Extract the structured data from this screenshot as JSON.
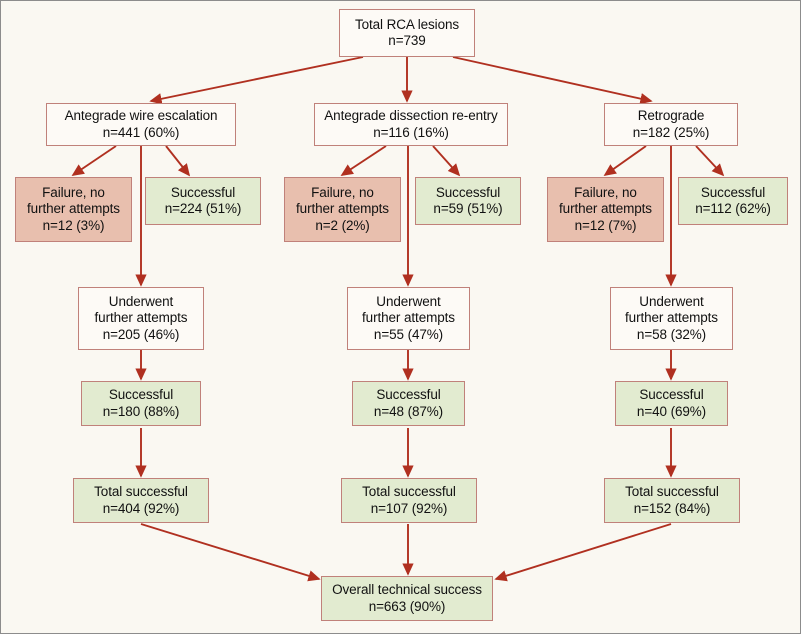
{
  "figure": {
    "type": "flowchart",
    "title_node": "Total RCA lesions",
    "background_color": "#faf8f2",
    "box_border_color": "#c0817a",
    "arrow_color": "#b03020",
    "fill_green": "#e2ebd0",
    "fill_salmon": "#e8bfae",
    "fill_white": "#fdfaf6"
  },
  "nodes": {
    "root": {
      "line1": "Total RCA lesions",
      "line2": "n=739"
    },
    "strategy_awe": {
      "line1": "Antegrade wire escalation",
      "line2": "n=441 (60%)"
    },
    "strategy_adr": {
      "line1": "Antegrade dissection re-entry",
      "line2": "n=116 (16%)"
    },
    "strategy_retro": {
      "line1": "Retrograde",
      "line2": "n=182 (25%)"
    },
    "awe_failure": {
      "line1": "Failure, no",
      "line2": "further attempts",
      "line3": "n=12 (3%)"
    },
    "awe_success": {
      "line1": "Successful",
      "line2": "n=224 (51%)"
    },
    "adr_failure": {
      "line1": "Failure, no",
      "line2": "further attempts",
      "line3": "n=2 (2%)"
    },
    "adr_success": {
      "line1": "Successful",
      "line2": "n=59 (51%)"
    },
    "retro_failure": {
      "line1": "Failure, no",
      "line2": "further attempts",
      "line3": "n=12 (7%)"
    },
    "retro_success": {
      "line1": "Successful",
      "line2": "n=112 (62%)"
    },
    "awe_further": {
      "line1": "Underwent",
      "line2": "further attempts",
      "line3": "n=205 (46%)"
    },
    "adr_further": {
      "line1": "Underwent",
      "line2": "further attempts",
      "line3": "n=55 (47%)"
    },
    "retro_further": {
      "line1": "Underwent",
      "line2": "further attempts",
      "line3": "n=58 (32%)"
    },
    "awe_further_success": {
      "line1": "Successful",
      "line2": "n=180 (88%)"
    },
    "adr_further_success": {
      "line1": "Successful",
      "line2": "n=48 (87%)"
    },
    "retro_further_success": {
      "line1": "Successful",
      "line2": "n=40 (69%)"
    },
    "awe_total": {
      "line1": "Total successful",
      "line2": "n=404 (92%)"
    },
    "adr_total": {
      "line1": "Total successful",
      "line2": "n=107 (92%)"
    },
    "retro_total": {
      "line1": "Total successful",
      "line2": "n=152 (84%)"
    },
    "overall": {
      "line1": "Overall technical success",
      "line2": "n=663 (90%)"
    }
  },
  "chart_data": {
    "type": "flowchart",
    "title": "Total RCA lesions n=739",
    "total_lesions": 739,
    "strategies": [
      {
        "name": "Antegrade wire escalation",
        "n": 441,
        "pct": 60,
        "failure_no_further": {
          "n": 12,
          "pct": 3
        },
        "initial_successful": {
          "n": 224,
          "pct": 51
        },
        "underwent_further_attempts": {
          "n": 205,
          "pct": 46
        },
        "further_successful": {
          "n": 180,
          "pct": 88
        },
        "total_successful": {
          "n": 404,
          "pct": 92
        }
      },
      {
        "name": "Antegrade dissection re-entry",
        "n": 116,
        "pct": 16,
        "failure_no_further": {
          "n": 2,
          "pct": 2
        },
        "initial_successful": {
          "n": 59,
          "pct": 51
        },
        "underwent_further_attempts": {
          "n": 55,
          "pct": 47
        },
        "further_successful": {
          "n": 48,
          "pct": 87
        },
        "total_successful": {
          "n": 107,
          "pct": 92
        }
      },
      {
        "name": "Retrograde",
        "n": 182,
        "pct": 25,
        "failure_no_further": {
          "n": 12,
          "pct": 7
        },
        "initial_successful": {
          "n": 112,
          "pct": 62
        },
        "underwent_further_attempts": {
          "n": 58,
          "pct": 32
        },
        "further_successful": {
          "n": 40,
          "pct": 69
        },
        "total_successful": {
          "n": 152,
          "pct": 84
        }
      }
    ],
    "overall_technical_success": {
      "n": 663,
      "pct": 90
    }
  }
}
